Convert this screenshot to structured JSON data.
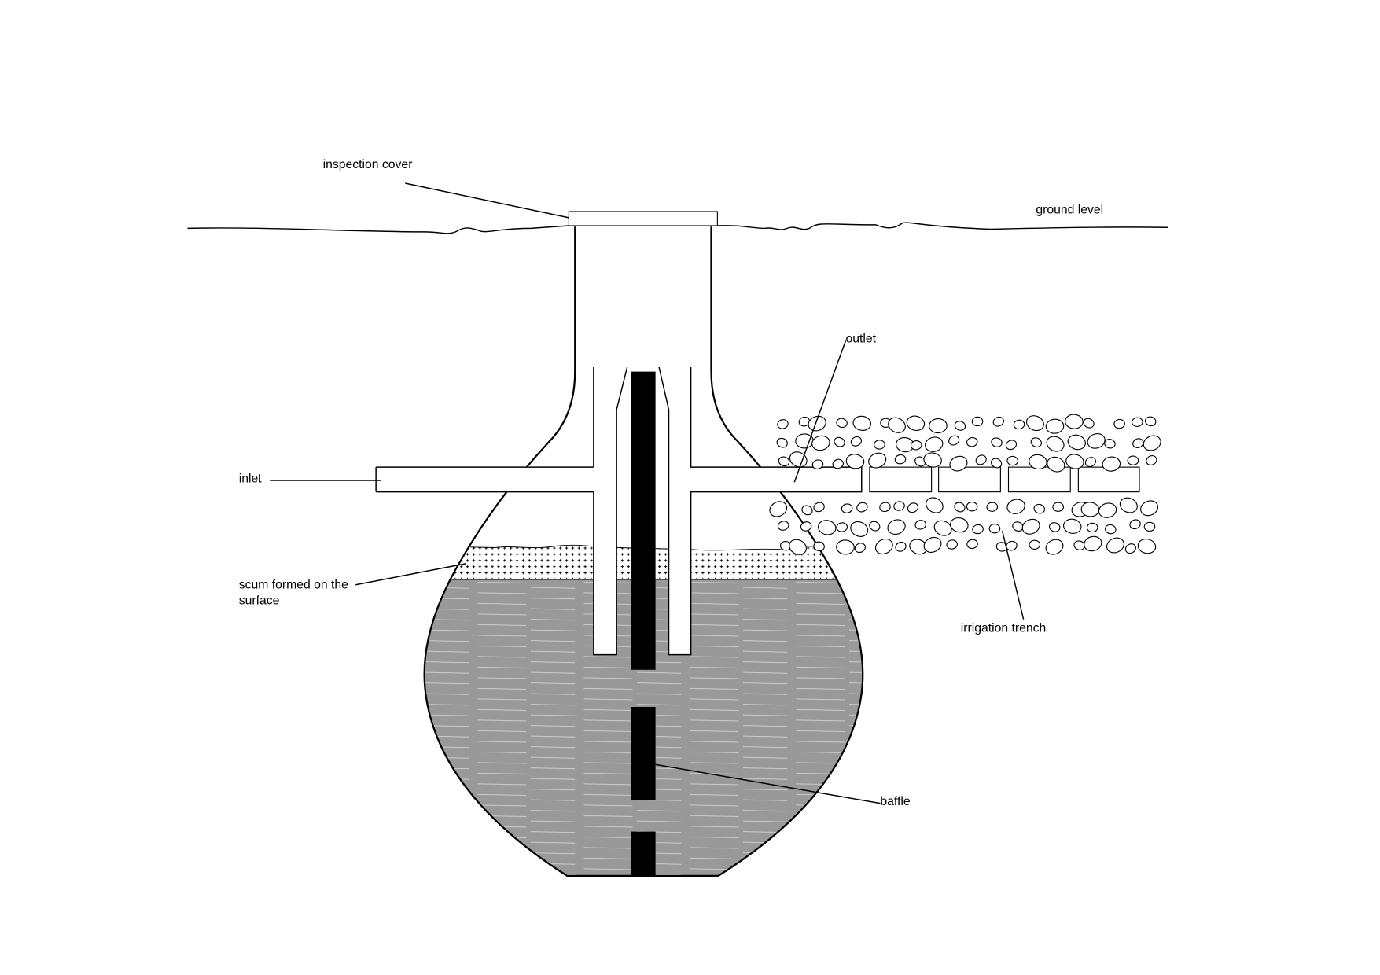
{
  "title": "Septic tank diagram",
  "labels": {
    "inspection_cover": "inspection cover",
    "ground_level": "ground level",
    "outlet": "outlet",
    "inlet": "inlet",
    "scum_line1": "scum formed on the",
    "scum_line2": "surface",
    "irrigation_trench": "irrigation trench",
    "baffle": "baffle"
  },
  "colors": {
    "liquid": "#999999",
    "baffle": "#000000",
    "stroke": "#000000"
  }
}
